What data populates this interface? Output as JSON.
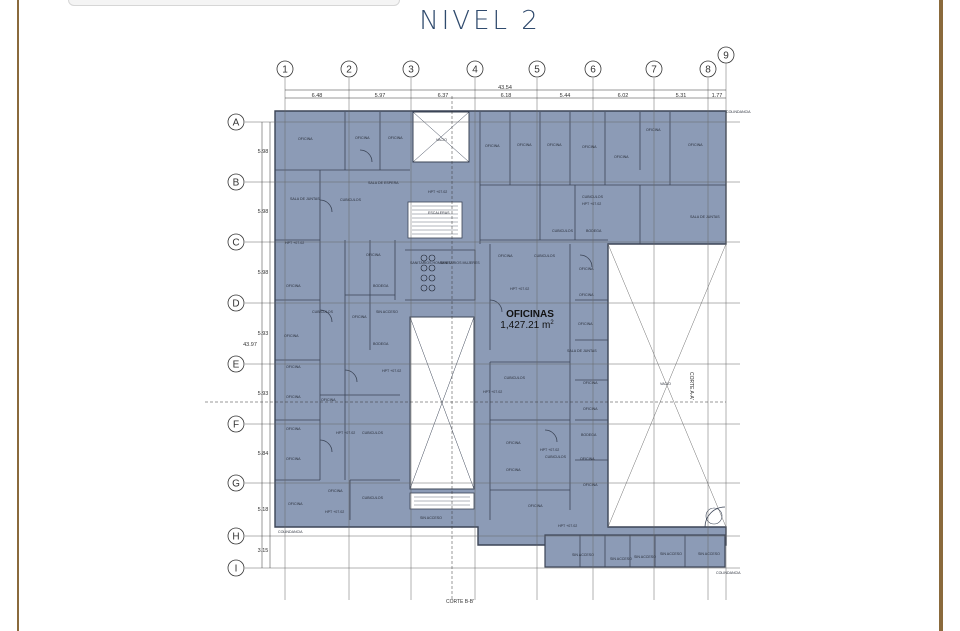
{
  "title": "NIVEL 2",
  "columns": [
    "1",
    "2",
    "3",
    "4",
    "5",
    "6",
    "7",
    "8",
    "9"
  ],
  "rows": [
    "A",
    "B",
    "C",
    "D",
    "E",
    "F",
    "G",
    "H",
    "I"
  ],
  "total_width": "43.54",
  "total_height": "43.97",
  "col_dims": [
    "6.48",
    "5.97",
    "6.37",
    "6.18",
    "5.44",
    "6.02",
    "5.31",
    "1.77"
  ],
  "row_dims": [
    "5.98",
    "5.98",
    "5.98",
    "5.93",
    "5.93",
    "5.84",
    "5.18",
    "3.15"
  ],
  "area": {
    "label": "OFICINAS",
    "value": "1,427.21 m",
    "unit_sup": "2"
  },
  "section_labels": {
    "bottom": "CORTE B-B'",
    "right": "CORTE A-A'"
  },
  "boundary_labels": {
    "a": "COLINDANCIA",
    "b": "COLINDANCIA",
    "c": "COLINDANCIA"
  },
  "rooms": {
    "oficina": "OFICINA",
    "cubiculos": "CUBICULOS",
    "sala_juntas": "SALA DE JUNTAS",
    "sin_acceso": "SIN ACCESO",
    "vacio": "VACIO",
    "escaleras": "ESCALERAS",
    "sanitarios_h": "SANITARIOS HOMBRES",
    "sanitarios_m": "SANITARIOS MUJERES",
    "hpt": "HPT +07.02",
    "bodega": "BODEGA",
    "sala_espera": "SALA DE ESPERA"
  },
  "colors": {
    "slab": "#8c9bb6",
    "frame": "#8a6a3c",
    "title": "#2f4a6d",
    "lines": "#3b4456",
    "grid": "#555555"
  }
}
